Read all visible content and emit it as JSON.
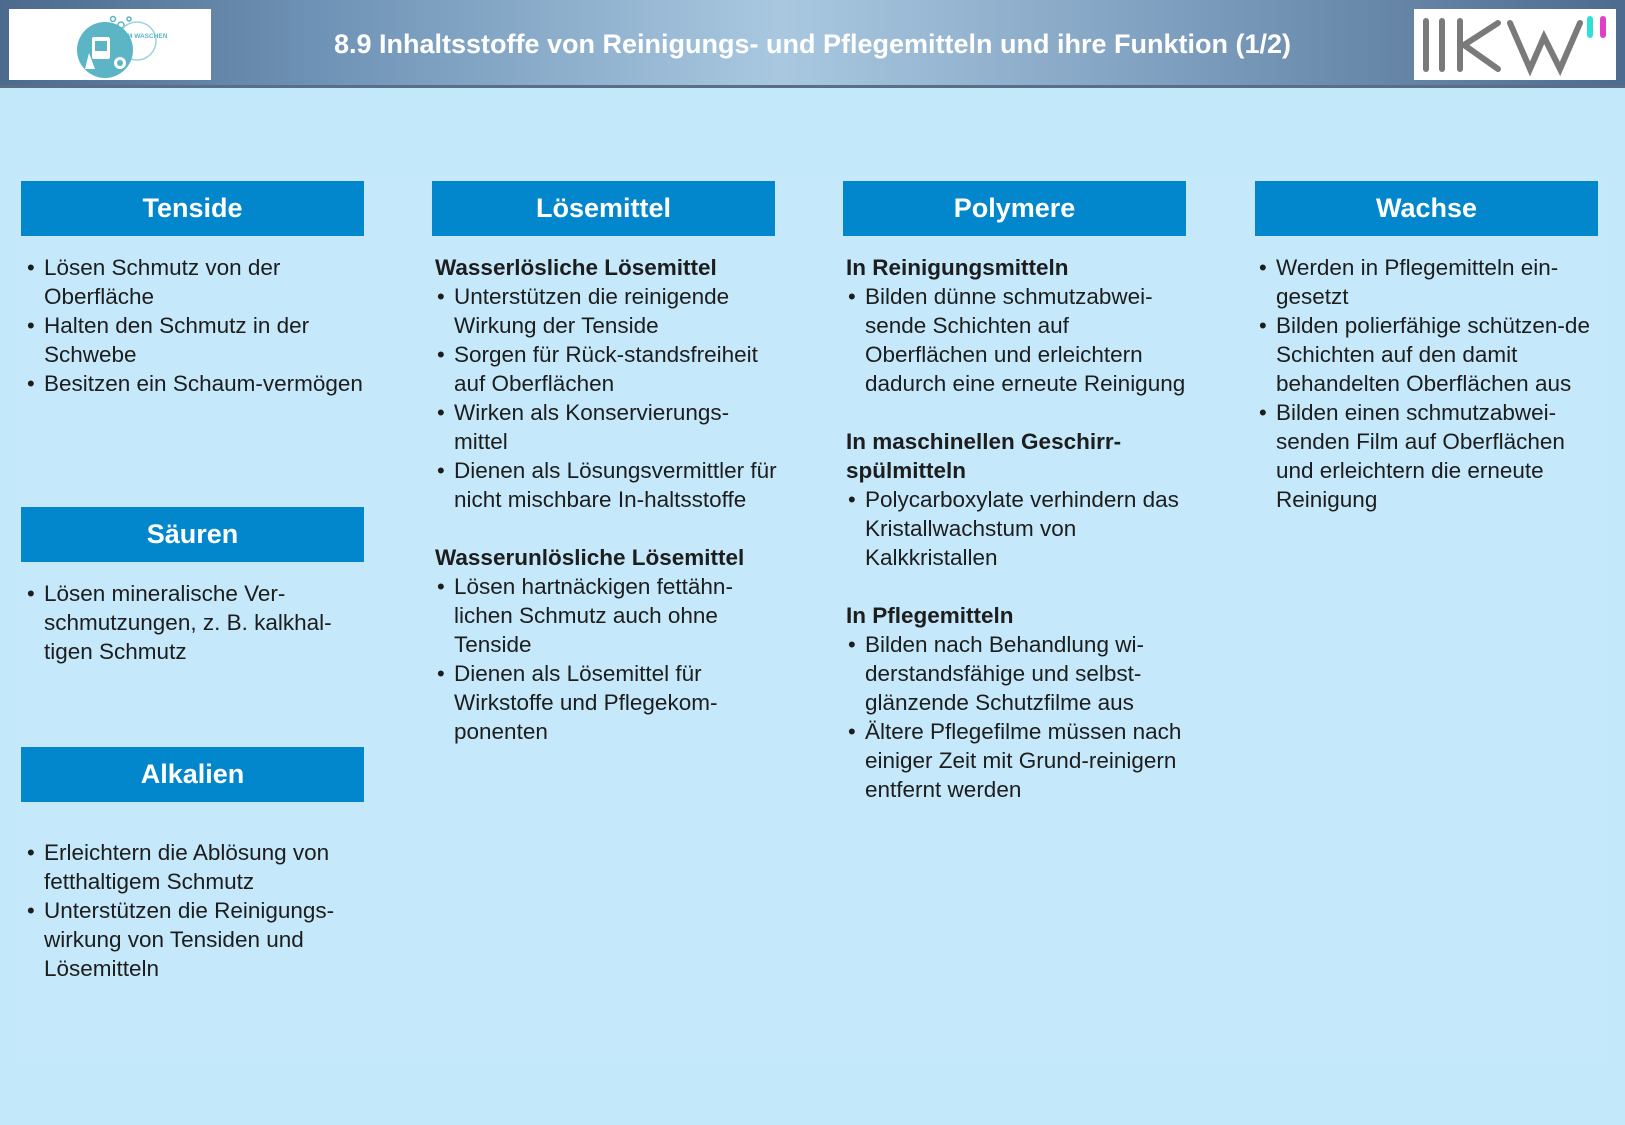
{
  "header": {
    "title": "8.9 Inhaltsstoffe von Reinigungs- und Pflegemitteln und ihre Funktion (1/2)",
    "logo_left_text": "FORUM WASCHEN",
    "logo_right_text": "IKW"
  },
  "tenside": {
    "heading": "Tenside",
    "items": [
      "Lösen Schmutz von der Oberfläche",
      "Halten den Schmutz in der Schwebe",
      "Besitzen ein Schaum-vermögen"
    ]
  },
  "saeuren": {
    "heading": "Säuren",
    "items": [
      "Lösen mineralische Ver-schmutzungen, z. B. kalkhal-tigen Schmutz"
    ]
  },
  "alkalien": {
    "heading": "Alkalien",
    "items": [
      "Erleichtern die Ablösung von fetthaltigem Schmutz",
      "Unterstützen die Reinigungs-wirkung von Tensiden und Lösemitteln"
    ]
  },
  "loesemittel": {
    "heading": "Lösemittel",
    "sections": [
      {
        "subheading": "Wasserlösliche Lösemittel",
        "items": [
          "Unterstützen die reinigende Wirkung der Tenside",
          "Sorgen für Rück-standsfreiheit auf Oberflächen",
          "Wirken als Konservierungs-mittel",
          "Dienen als Lösungsvermittler für nicht mischbare In-haltsstoffe"
        ]
      },
      {
        "subheading": "Wasserunlösliche Lösemittel",
        "items": [
          "Lösen hartnäckigen fettähn-lichen Schmutz auch ohne Tenside",
          "Dienen als Lösemittel für Wirkstoffe und Pflegekom-ponenten"
        ]
      }
    ]
  },
  "polymere": {
    "heading": "Polymere",
    "sections": [
      {
        "subheading": "In Reinigungsmitteln",
        "items": [
          "Bilden dünne schmutzabwei-sende Schichten auf Oberflächen und erleichtern dadurch eine erneute Reinigung"
        ]
      },
      {
        "subheading": "In maschinellen Geschirr-spülmitteln",
        "items": [
          "Polycarboxylate verhindern das Kristallwachstum von Kalkkristallen"
        ]
      },
      {
        "subheading": "In Pflegemitteln",
        "items": [
          "Bilden nach Behandlung wi-derstandsfähige und selbst-glänzende Schutzfilme aus",
          "Ältere Pflegefilme müssen nach einiger Zeit mit Grund-reinigern entfernt werden"
        ]
      }
    ]
  },
  "wachse": {
    "heading": "Wachse",
    "items": [
      "Werden in Pflegemitteln ein-gesetzt",
      "Bilden polierfähige schützen-de Schichten auf den damit behandelten Oberflächen aus",
      "Bilden einen schmutzabwei-senden Film auf Oberflächen und erleichtern die erneute Reinigung"
    ]
  },
  "colors": {
    "header_bg": "#6f93b6",
    "heading_bg": "#0287cd",
    "page_bg": "#c3e8f9",
    "ikw_teal": "#2fe0d8",
    "ikw_magenta": "#e040c8",
    "forum_teal": "#5bb5c4"
  }
}
